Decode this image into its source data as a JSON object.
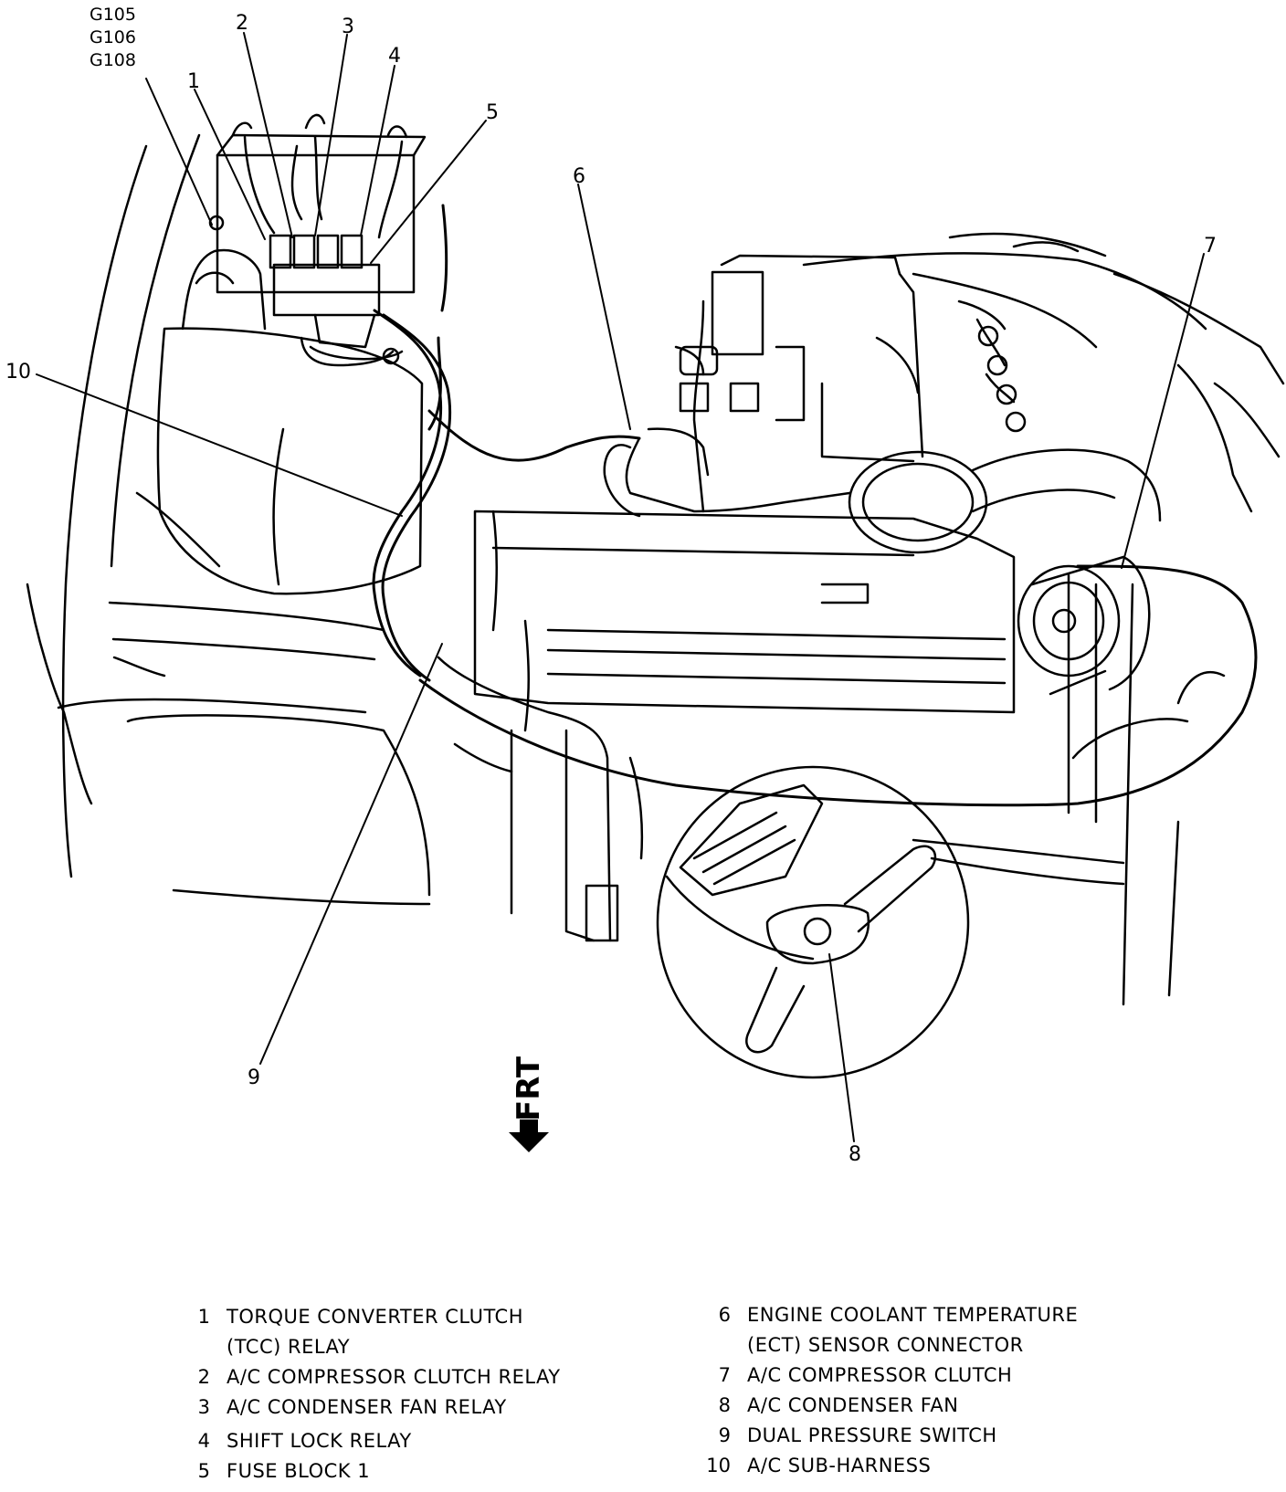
{
  "ground_labels": [
    "G105",
    "G106",
    "G108"
  ],
  "callouts": [
    "1",
    "2",
    "3",
    "4",
    "5",
    "6",
    "7",
    "8",
    "9",
    "10"
  ],
  "frt_label": "FRT",
  "legend": {
    "left": [
      {
        "num": "1",
        "lines": [
          "TORQUE CONVERTER CLUTCH",
          "(TCC) RELAY"
        ]
      },
      {
        "num": "2",
        "lines": [
          "A/C COMPRESSOR CLUTCH RELAY"
        ]
      },
      {
        "num": "3",
        "lines": [
          "A/C CONDENSER FAN RELAY"
        ]
      },
      {
        "num": "4",
        "lines": [
          "SHIFT LOCK RELAY"
        ]
      },
      {
        "num": "5",
        "lines": [
          "FUSE BLOCK 1"
        ]
      }
    ],
    "right": [
      {
        "num": "6",
        "lines": [
          "ENGINE COOLANT TEMPERATURE",
          "(ECT) SENSOR CONNECTOR"
        ]
      },
      {
        "num": "7",
        "lines": [
          "A/C COMPRESSOR CLUTCH"
        ]
      },
      {
        "num": "8",
        "lines": [
          "A/C CONDENSER FAN"
        ]
      },
      {
        "num": "9",
        "lines": [
          "DUAL PRESSURE SWITCH"
        ]
      },
      {
        "num": "10",
        "lines": [
          "A/C SUB-HARNESS"
        ]
      }
    ]
  }
}
